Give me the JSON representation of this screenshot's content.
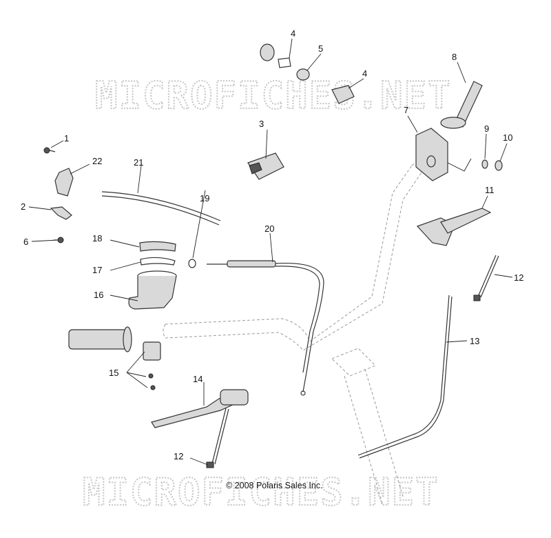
{
  "watermark": {
    "text": "MICROFICHES.NET"
  },
  "copyright": "© 2008 Polaris Sales Inc.",
  "callouts": {
    "c1": "1",
    "c2": "2",
    "c3": "3",
    "c4a": "4",
    "c4b": "4",
    "c5": "5",
    "c6": "6",
    "c7": "7",
    "c8": "8",
    "c9": "9",
    "c10": "10",
    "c11": "11",
    "c12a": "12",
    "c12b": "12",
    "c13": "13",
    "c14": "14",
    "c15": "15",
    "c16": "16",
    "c17": "17",
    "c18": "18",
    "c19": "19",
    "c20": "20",
    "c21": "21",
    "c22": "22"
  }
}
